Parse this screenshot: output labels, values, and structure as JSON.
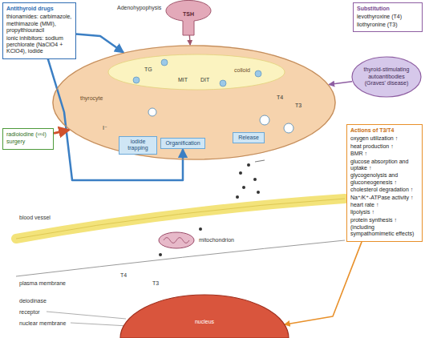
{
  "diagram": {
    "nodes": [
      {
        "text": [
          "Antithyroid drugs",
          "thionamides: carbimazole, methimazole (MMI), propylthiouracil",
          "ionic inhibitors: sodium perchlorate (NaClO4 + KClO4), iodide"
        ]
      },
      {
        "text": [
          "radioiodine (¹³¹I)",
          "surgery"
        ]
      },
      {
        "text": [
          "Substitution",
          "levothyroxine (T4)",
          "liothyronine (T3)"
        ]
      },
      {
        "text": [
          "TSH"
        ]
      },
      {
        "text": [
          "colloid",
          "thyrocyte"
        ]
      },
      {
        "text": [
          "iodide trapping"
        ]
      },
      {
        "text": [
          "Organification"
        ]
      },
      {
        "text": [
          "Release"
        ]
      },
      {
        "text": [
          "thyroid-stimulating autoantibodies (Graves' disease)"
        ]
      },
      {
        "text": [
          "Actions of T3/T4",
          "oxygen utilization ↑",
          "heat production ↑",
          "BMR ↑",
          "glucose absorption and uptake ↑",
          "glycogenolysis and gluconeogenesis ↑",
          "cholesterol degradation ↑",
          "Na⁺/K⁺-ATPase activity ↑",
          "heart rate ↑",
          "lipolysis ↑",
          "protein synthesis ↑",
          "(including sympathomimetic effects)"
        ]
      },
      {
        "text": [
          "nucleus"
        ]
      }
    ],
    "edges": [
      {
        "from": 0,
        "to": 4,
        "arrow": "to"
      },
      {
        "from": 0,
        "to": 6,
        "arrow": "to"
      },
      {
        "from": 1,
        "to": 4,
        "arrow": "to"
      },
      {
        "from": 3,
        "to": 4,
        "arrow": "to"
      },
      {
        "from": 8,
        "to": 4,
        "arrow": "to"
      },
      {
        "from": 9,
        "to": 10,
        "arrow": "to"
      }
    ],
    "labels": [
      "Adenohypophysis",
      "I⁻",
      "TG",
      "MIT",
      "DIT",
      "T4",
      "T3",
      "blood vessel",
      "mitochondrion",
      "plasma membrane",
      "T4",
      "T3",
      "deiodinase",
      "receptor",
      "nuclear membrane"
    ]
  }
}
